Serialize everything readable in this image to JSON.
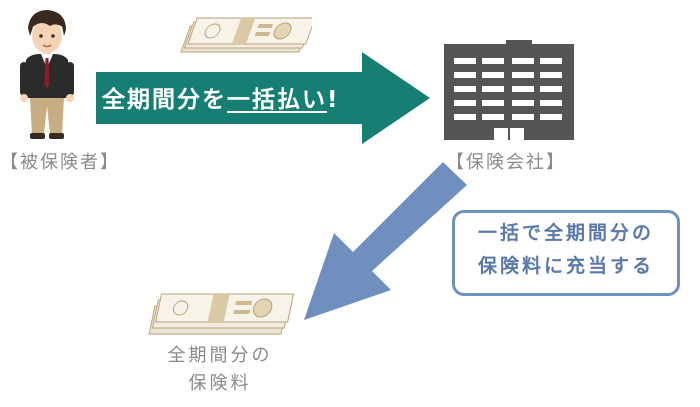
{
  "colors": {
    "teal_arrow": "#167e73",
    "blue_arrow": "#6f8fbf",
    "building": "#555555",
    "label_gray": "#8a8a8a",
    "note_text": "#5a79ab",
    "note_border": "#6f8fbf",
    "banknote": "#b9a27a"
  },
  "icons": {
    "person": "businessman-icon",
    "building": "office-building-icon",
    "money_top": "banknote-bundle-icon",
    "money_bottom": "banknote-bundle-icon"
  },
  "labels": {
    "insured": "【被保険者】",
    "company": "【保険会社】",
    "arrow_text_prefix": "全期間分を",
    "arrow_text_underlined": "一括払い",
    "arrow_text_suffix": "!",
    "note_line1": "一括で全期間分の",
    "note_line2": "保険料に充当する",
    "premium_line1": "全期間分の",
    "premium_line2": "保険料"
  }
}
